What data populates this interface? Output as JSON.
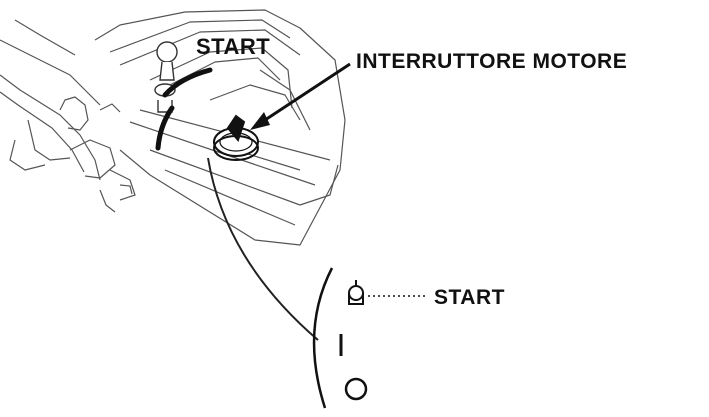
{
  "labels": {
    "start_top": "START",
    "engine_switch": "INTERRUTTORE MOTORE",
    "start_dial": "START"
  },
  "dial_symbols": {
    "start": "start-key-symbol",
    "on": "I",
    "off": "O"
  },
  "colors": {
    "ink": "#111111",
    "line": "#555555",
    "background": "#ffffff"
  }
}
